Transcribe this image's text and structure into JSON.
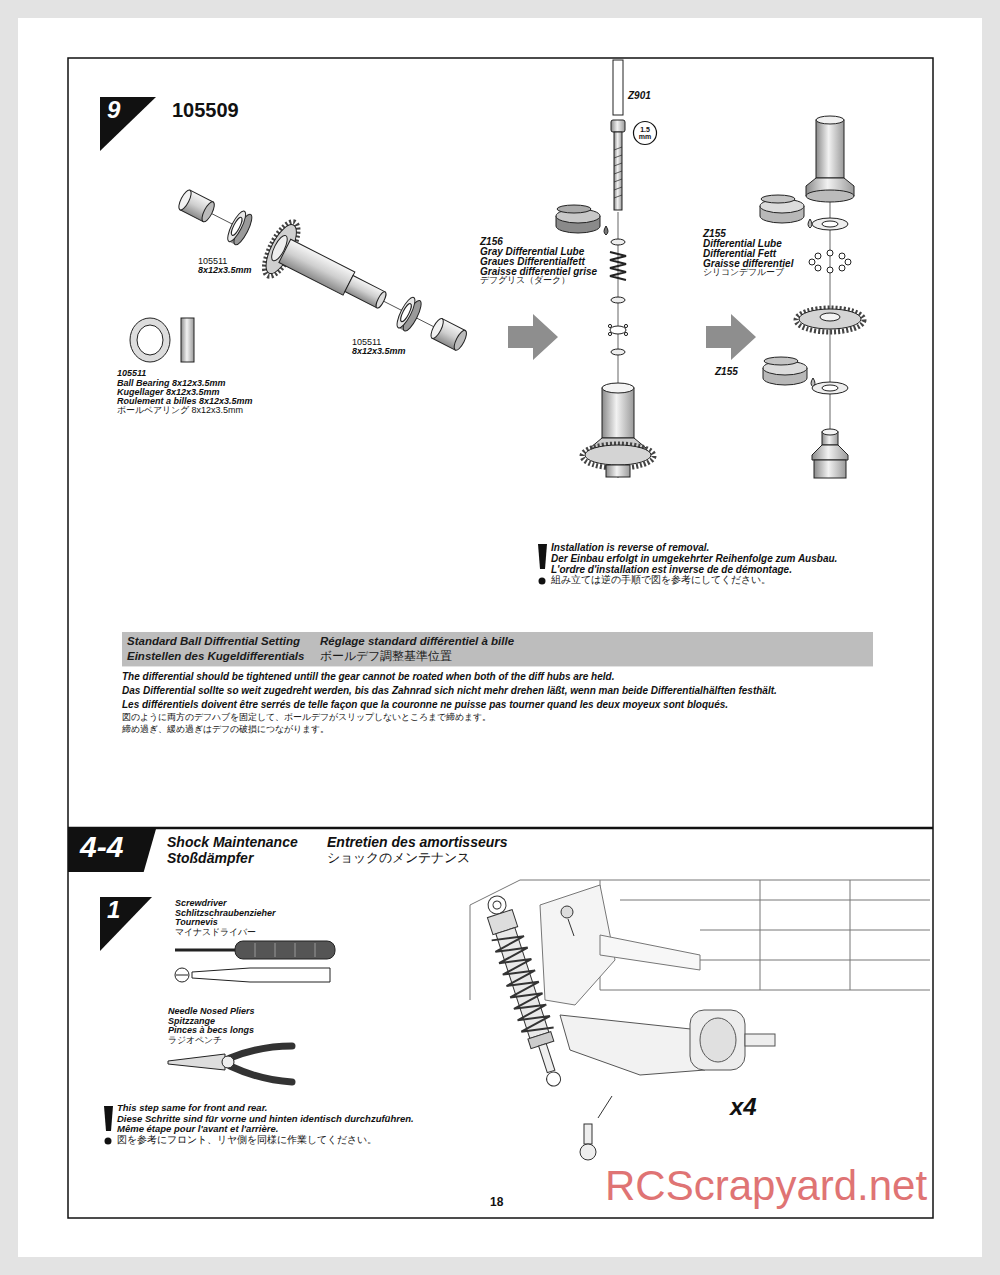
{
  "diagram": {
    "nodes": [
      {
        "text": [
          "9"
        ]
      },
      {
        "text": [
          "1.5 mm"
        ]
      },
      {
        "text": [
          "Standard Ball Diffrential Setting",
          "Réglage standard différentiel à bille",
          "Einstellen des Kugeldifferentials",
          "ボールデフ調整基準位置"
        ]
      },
      {
        "text": [
          "4-4"
        ]
      },
      {
        "text": [
          "1"
        ]
      }
    ],
    "labels": [
      "105509",
      "105511",
      "8x12x3.5mm",
      "105511",
      "8x12x3.5mm",
      "105511",
      "Ball Bearing 8x12x3.5mm",
      "Kugellager 8x12x3.5mm",
      "Roulement a billes 8x12x3.5mm",
      "ボールベアリング 8x12x3.5mm",
      "Z901",
      "Z156",
      "Gray Differential Lube",
      "Graues Differentialfett",
      "Graisse differentiel grise",
      "デフグリス（ダーク）",
      "Z155",
      "Differential Lube",
      "Differential Fett",
      "Graisse differentiel",
      "シリコンデフルーブ",
      "Z155",
      "Installation is reverse of removal.",
      "Der Einbau erfolgt in umgekehrter Reihenfolge zum Ausbau.",
      "L'ordre d'installation est inverse de de démontage.",
      "組み立ては逆の手順で図を参考にしてください。",
      "The differential should be tightened untill the gear cannot be roated when both of the diff hubs are held.",
      "Das Differential sollte so weit zugedreht werden, bis das Zahnrad sich nicht mehr drehen läßt, wenn man beide Differentialhälften festhält.",
      "Les différentiels doivent être serrés de telle façon que la couronne ne puisse pas tourner quand les deux moyeux sont bloqués.",
      "図のように両方のデフハブを固定して、ボールデフがスリップしないところまで締めます。",
      "締め過ぎ、緩め過ぎはデフの破損につながります。",
      "Shock Maintenance",
      "Stoßdämpfer",
      "Entretien des amortisseurs",
      "ショックのメンテナンス",
      "Screwdriver",
      "Schlitzschraubenzieher",
      "Tournevis",
      "マイナスドライバー",
      "Needle Nosed Pliers",
      "Spitzzange",
      "Pinces à becs longs",
      "ラジオペンチ",
      "This step same for front and rear.",
      "Diese Schritte sind für vorne und hinten identisch durchzuführen.",
      "Même étape pour l'avant et l'arrière.",
      "図を参考にフロント、リヤ側を同様に作業してください。",
      "x4",
      "18",
      "RCScrapyard.net"
    ]
  }
}
